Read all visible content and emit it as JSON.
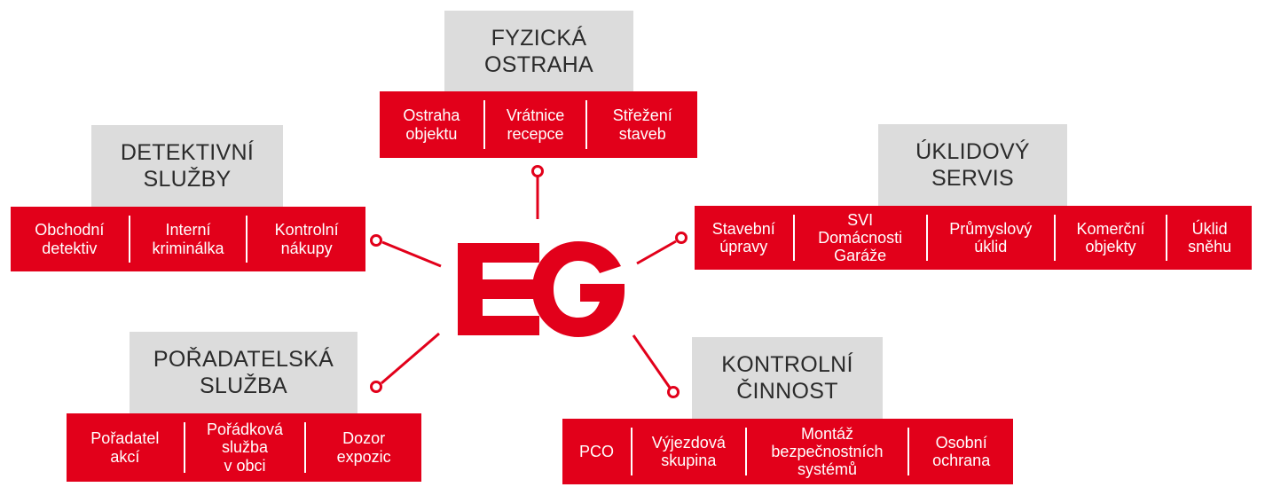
{
  "logo": {
    "text": "EG",
    "color": "#e2001a"
  },
  "colors": {
    "accent": "#e2001a",
    "title_bg": "#dcdcdc",
    "title_text": "#2b2b2b"
  },
  "categories": {
    "fyzicka": {
      "title": "FYZICKÁ\nOSTRAHA",
      "items": [
        {
          "label": "Ostraha\nobjektu"
        },
        {
          "label": "Vrátnice\nrecepce"
        },
        {
          "label": "Střežení\nstaveb"
        }
      ]
    },
    "detektivni": {
      "title": "DETEKTIVNÍ\nSLUŽBY",
      "items": [
        {
          "label": "Obchodní\ndetektiv"
        },
        {
          "label": "Interní\nkriminálka"
        },
        {
          "label": "Kontrolní\nnákupy"
        }
      ]
    },
    "uklidovy": {
      "title": "ÚKLIDOVÝ\nSERVIS",
      "items": [
        {
          "label": "Stavební\núpravy"
        },
        {
          "label": "SVI\nDomácnosti\nGaráže"
        },
        {
          "label": "Průmyslový\núklid"
        },
        {
          "label": "Komerční\nobjekty"
        },
        {
          "label": "Úklid\nsněhu"
        }
      ]
    },
    "poradatelska": {
      "title": "POŘADATELSKÁ\nSLUŽBA",
      "items": [
        {
          "label": "Pořadatel\nakcí"
        },
        {
          "label": "Pořádková\nslužba\nv obci"
        },
        {
          "label": "Dozor\nexpozic"
        }
      ]
    },
    "kontrolni": {
      "title": "KONTROLNÍ\nČINNOST",
      "items": [
        {
          "label": "PCO"
        },
        {
          "label": "Výjezdová\nskupina"
        },
        {
          "label": "Montáž\nbezpečnostních\nsystémů"
        },
        {
          "label": "Osobní\nochrana"
        }
      ]
    }
  }
}
